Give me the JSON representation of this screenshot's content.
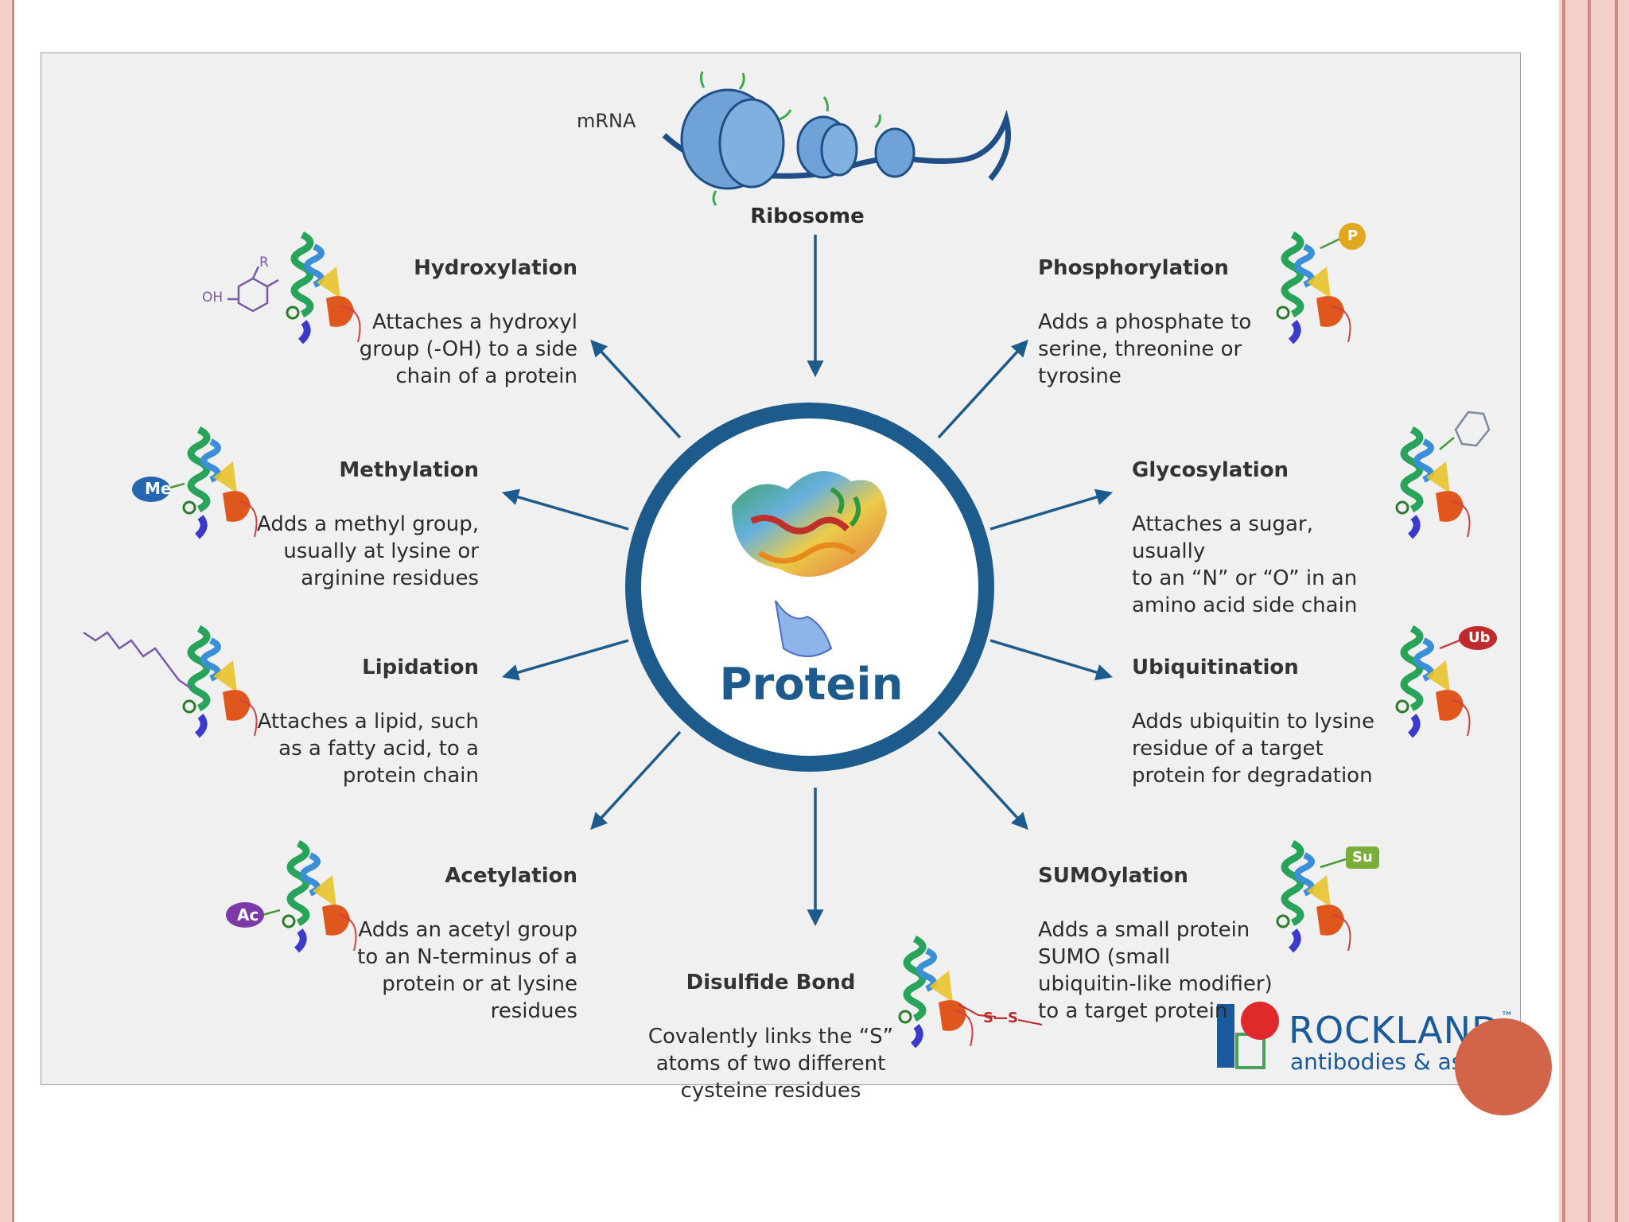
{
  "diagram": {
    "center_label": "Protein",
    "ribosome_label": "Ribosome",
    "mrna_label": "mRNA",
    "modifications": [
      {
        "title": "Hydroxylation",
        "desc": "Attaches a hydroxyl\ngroup (-OH)  to a side\nchain of a protein"
      },
      {
        "title": "Phosphorylation",
        "desc": "Adds a phosphate to\nserine, threonine or\ntyrosine"
      },
      {
        "title": "Methylation",
        "desc": "Adds a methyl group,\nusually at lysine or\narginine residues"
      },
      {
        "title": "Glycosylation",
        "desc": "Attaches a sugar, usually\nto an “N” or “O” in an\namino acid side chain"
      },
      {
        "title": "Lipidation",
        "desc": "Attaches a lipid, such\nas a fatty acid, to a\nprotein chain"
      },
      {
        "title": "Ubiquitination",
        "desc": "Adds ubiquitin to lysine\nresidue of a target\nprotein for degradation"
      },
      {
        "title": "Acetylation",
        "desc": "Adds an acetyl group\nto an N-terminus of a\nprotein or at lysine\nresidues"
      },
      {
        "title": "Disulfide Bond",
        "desc": "Covalently links the “S”\natoms of two different\ncysteine residues"
      },
      {
        "title": "SUMOylation",
        "desc": "Adds a small protein\nSUMO (small\nubiquitin-like modifier)\nto a target protein"
      }
    ],
    "tags": {
      "me": "Me",
      "ac": "Ac",
      "p": "P",
      "ub": "Ub",
      "su": "Su",
      "oh": "OH",
      "r": "R",
      "ss": "S—S"
    },
    "logo": {
      "name": "ROCKLAND",
      "tm": "™",
      "tagline": "antibodies & assays"
    },
    "colors": {
      "primary_blue": "#1c5b8c",
      "accent_red": "#d2644a",
      "frame_pink": "#f3cfc9"
    }
  }
}
